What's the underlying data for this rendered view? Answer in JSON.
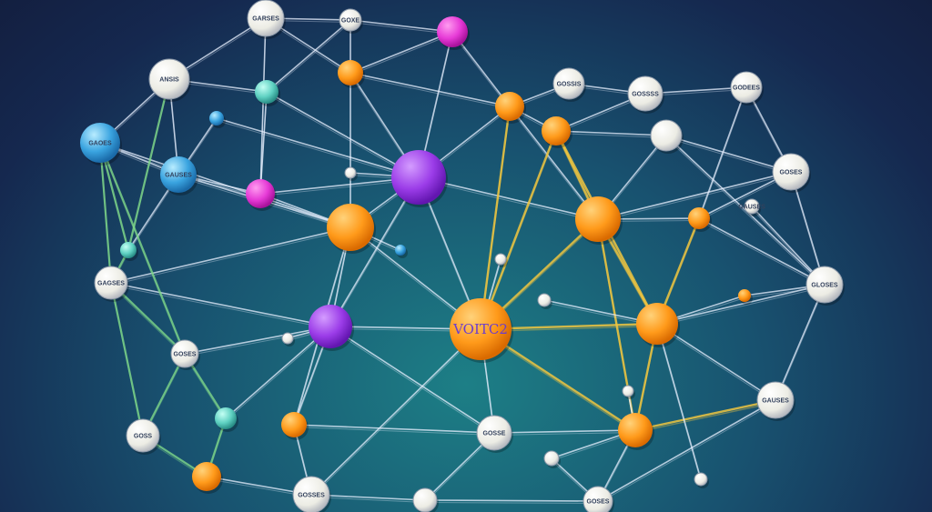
{
  "scene": {
    "center_label": "VOITC2",
    "node_labels": [
      "GARSES",
      "GOXE",
      "ANSIS",
      "GOSSIS",
      "GOSSSS",
      "GODEES",
      "GAOES",
      "GAUSES",
      "GOSES",
      "GAUSES",
      "GAGSES",
      "GLOSES",
      "GOSES",
      "GAUSES",
      "GOSSE",
      "GOSS",
      "GOSSES",
      "GOSES"
    ],
    "colors": {
      "orange": "#ff9a1a",
      "magenta": "#e63ad6",
      "purple": "#9b3ce8",
      "teal": "#5fd1c2",
      "blue": "#3aa4e0",
      "white": "#f2f2ec",
      "line_white": "#e8f0ff",
      "line_yellow": "#f0c640",
      "line_green": "#7fd88a"
    }
  }
}
